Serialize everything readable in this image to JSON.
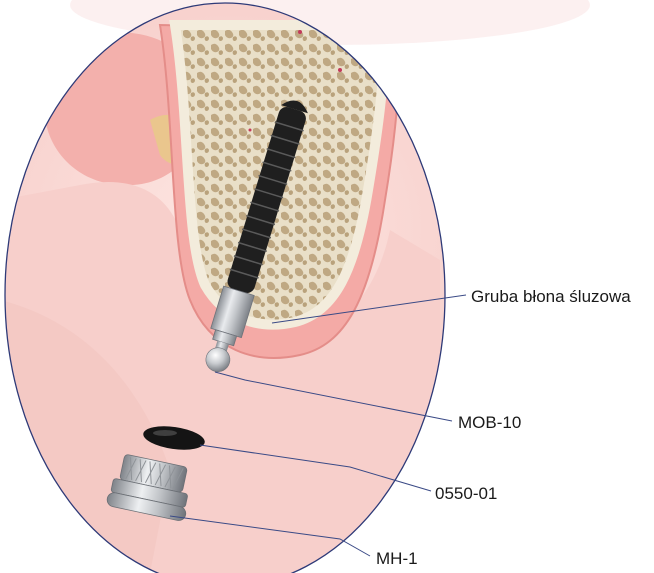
{
  "labels": {
    "mucosa": "Gruba błona śluzowa",
    "ball_abutment": "MOB-10",
    "o_ring": "0550-01",
    "housing": "MH-1"
  },
  "colors": {
    "outline": "#2e3a78",
    "leader_line": "#3a4a86",
    "gum": "#f2b7b2",
    "gum_dark": "#e8928e",
    "bone": "#efe6d2",
    "implant_thread": "#222222",
    "metal": "#b9bcc0"
  },
  "icons": {
    "implant": "dental-implant-icon",
    "o_ring": "o-ring-icon",
    "housing": "metal-housing-icon"
  }
}
